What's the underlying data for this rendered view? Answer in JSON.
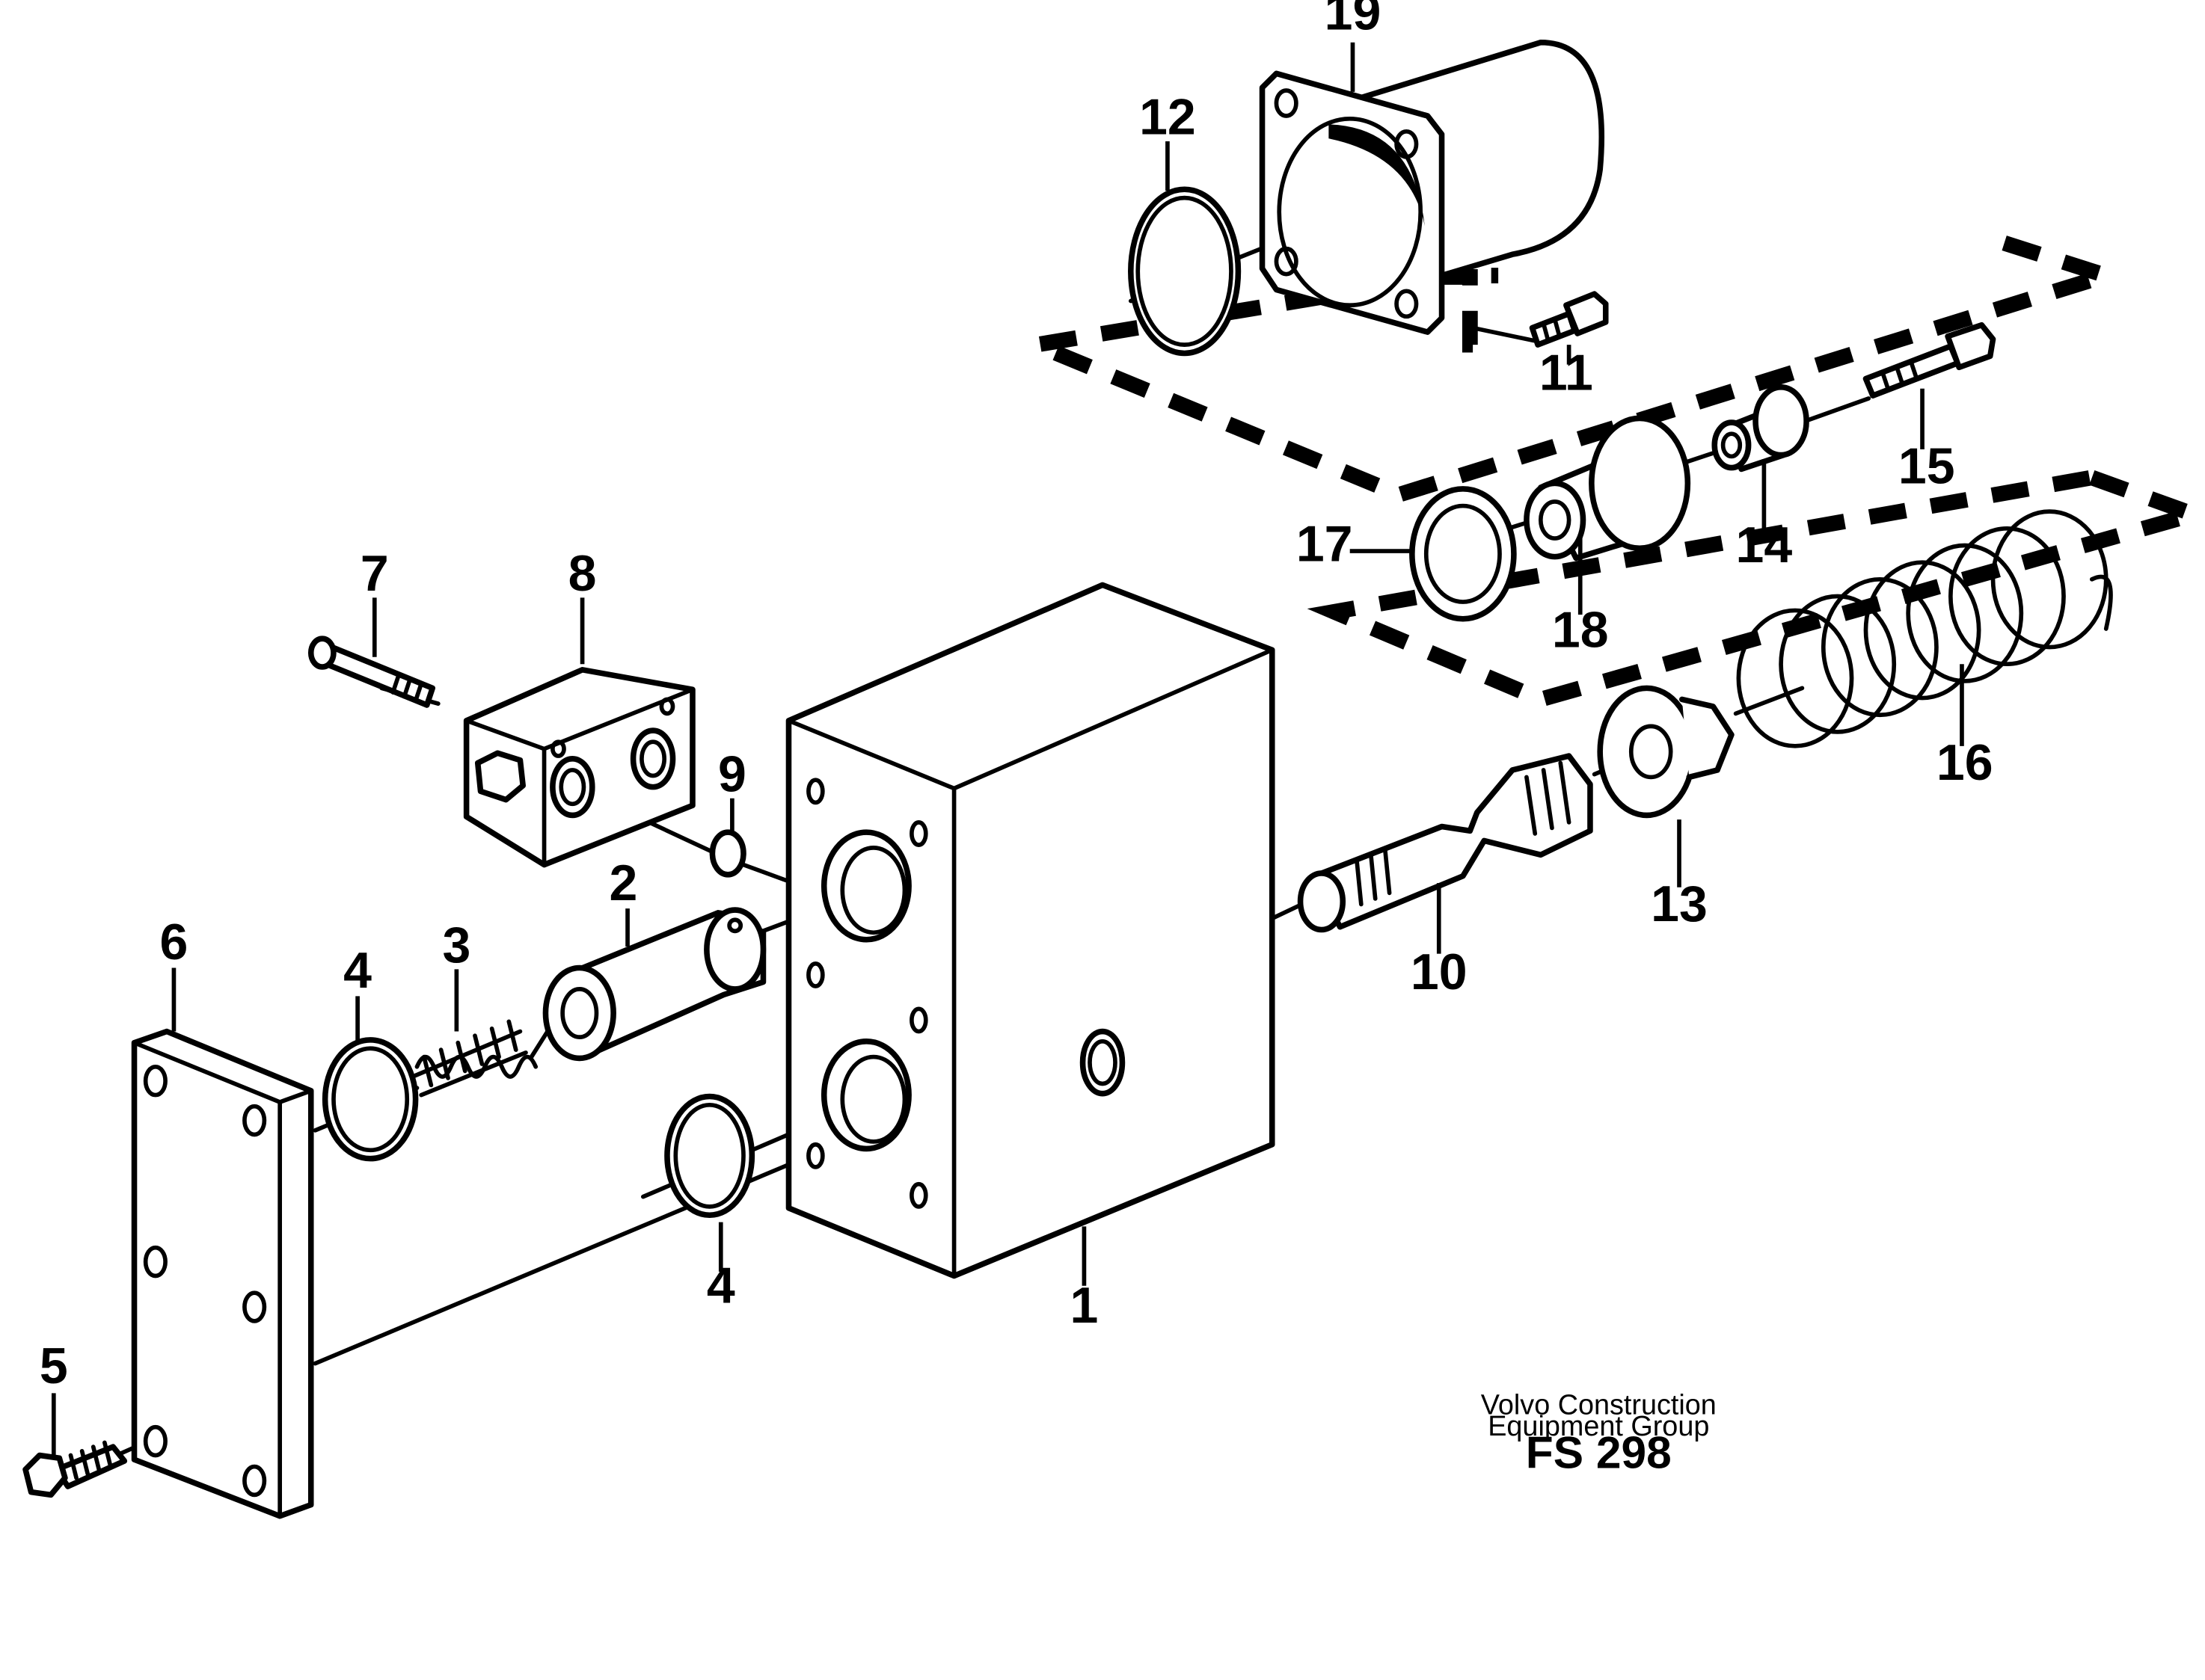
{
  "callouts": [
    {
      "id": "1",
      "label": "1"
    },
    {
      "id": "2",
      "label": "2"
    },
    {
      "id": "3",
      "label": "3"
    },
    {
      "id": "4a",
      "label": "4"
    },
    {
      "id": "4b",
      "label": "4"
    },
    {
      "id": "5",
      "label": "5"
    },
    {
      "id": "6",
      "label": "6"
    },
    {
      "id": "7",
      "label": "7"
    },
    {
      "id": "8",
      "label": "8"
    },
    {
      "id": "9",
      "label": "9"
    },
    {
      "id": "10",
      "label": "10"
    },
    {
      "id": "11",
      "label": "11"
    },
    {
      "id": "12",
      "label": "12"
    },
    {
      "id": "13",
      "label": "13"
    },
    {
      "id": "14",
      "label": "14"
    },
    {
      "id": "15",
      "label": "15"
    },
    {
      "id": "16",
      "label": "16"
    },
    {
      "id": "17",
      "label": "17"
    },
    {
      "id": "18",
      "label": "18"
    },
    {
      "id": "19",
      "label": "19"
    }
  ],
  "credit": {
    "line1": "Volvo Construction",
    "line2": "Equipment Group",
    "code": "FS 298"
  }
}
